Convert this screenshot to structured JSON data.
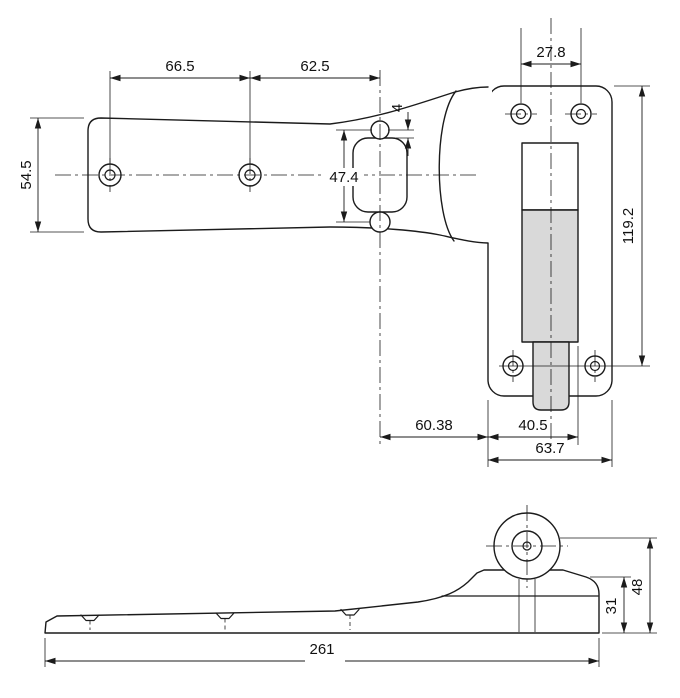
{
  "colors": {
    "line": "#1b1b1b",
    "fill_gray": "#d9d9d9",
    "background": "#ffffff"
  },
  "plan_view": {
    "dims": {
      "hole_span_left": "66.5",
      "hole_span_right": "62.5",
      "plate_hole_span": "27.8",
      "strap_width": "54.5",
      "fork_hole_span": "47.4",
      "fork_edge_offset": "4",
      "plate_height": "119.2",
      "fork_to_plate_edge": "60.38",
      "plate_inner_width": "40.5",
      "plate_width": "63.7"
    }
  },
  "side_view": {
    "dims": {
      "overall_length": "261",
      "base_height": "31",
      "knuckle_height": "48"
    }
  }
}
